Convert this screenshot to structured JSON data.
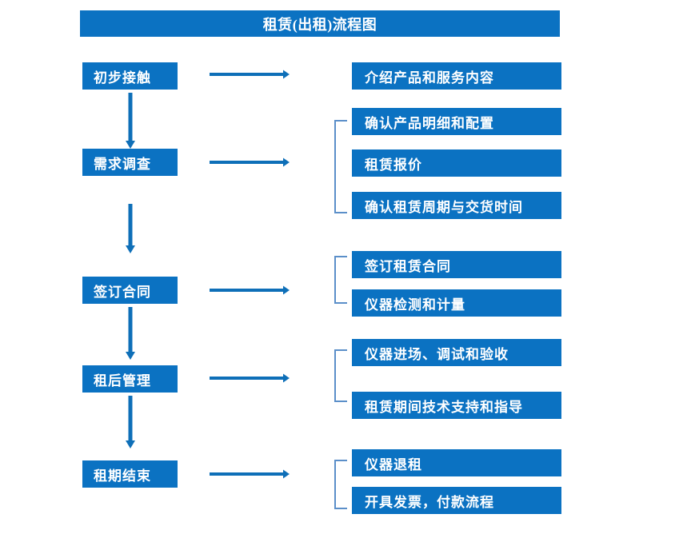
{
  "header": {
    "title": "租赁(出租)流程图"
  },
  "colors": {
    "box_fill": "#0b72c2",
    "box_text": "#ffffff",
    "arrow": "#0e6fb8",
    "bracket": "#5b8fc9",
    "background": "#ffffff"
  },
  "flow": {
    "stages": [
      {
        "label": "初步接触",
        "details": [
          "介绍产品和服务内容"
        ]
      },
      {
        "label": "需求调查",
        "details": [
          "确认产品明细和配置",
          "租赁报价",
          "确认租赁周期与交货时间"
        ]
      },
      {
        "label": "签订合同",
        "details": [
          "签订租赁合同",
          "仪器检测和计量"
        ]
      },
      {
        "label": "租后管理",
        "details": [
          "仪器进场、调试和验收",
          "租赁期间技术支持和指导"
        ]
      },
      {
        "label": "租期结束",
        "details": [
          "仪器退租",
          "开具发票，付款流程"
        ]
      }
    ]
  }
}
